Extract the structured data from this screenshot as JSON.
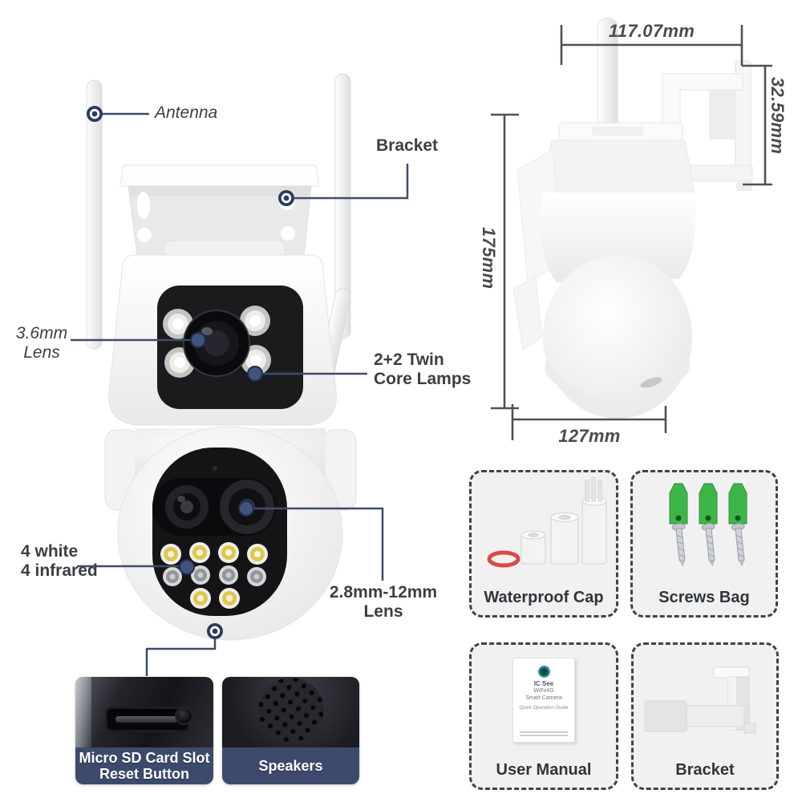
{
  "callouts": {
    "antenna": {
      "label": "Antenna"
    },
    "bracket": {
      "label": "Bracket"
    },
    "lens_36": {
      "line1": "3.6mm",
      "line2": "Lens"
    },
    "twin_lamps": {
      "line1": "2+2 Twin",
      "line2": "Core Lamps"
    },
    "white_infrared": {
      "line1": "4 white",
      "line2": "4 infrared"
    },
    "lens_28_12": {
      "line1": "2.8mm-12mm",
      "line2": "Lens"
    }
  },
  "dimensions": {
    "top_width": "117.07mm",
    "bracket_height": "32.59mm",
    "body_height": "175mm",
    "body_depth": "127mm"
  },
  "insets": {
    "sd": {
      "line1": "Micro SD Card Slot",
      "line2": "Reset Button"
    },
    "speakers": {
      "label": "Speakers"
    }
  },
  "accessories": {
    "waterproof_cap": {
      "label": "Waterproof Cap"
    },
    "screws_bag": {
      "label": "Screws Bag"
    },
    "user_manual": {
      "label": "User Manual",
      "booklet": {
        "brand": "IC See",
        "line1": "WiFi/4G",
        "line2": "Smart Camera",
        "line3": "Quick Operation Guide"
      }
    },
    "bracket": {
      "label": "Bracket"
    }
  },
  "colors": {
    "callout_line": "#3e4d68",
    "dimension_line": "#515153",
    "banner_navy": "#3d4a6c",
    "label_text": "#3b3f44",
    "accessory_border": "#3f4347",
    "anchor_green": "#3fb549",
    "seal_red": "#d84b43",
    "manual_teal": "#2c8e8e"
  }
}
